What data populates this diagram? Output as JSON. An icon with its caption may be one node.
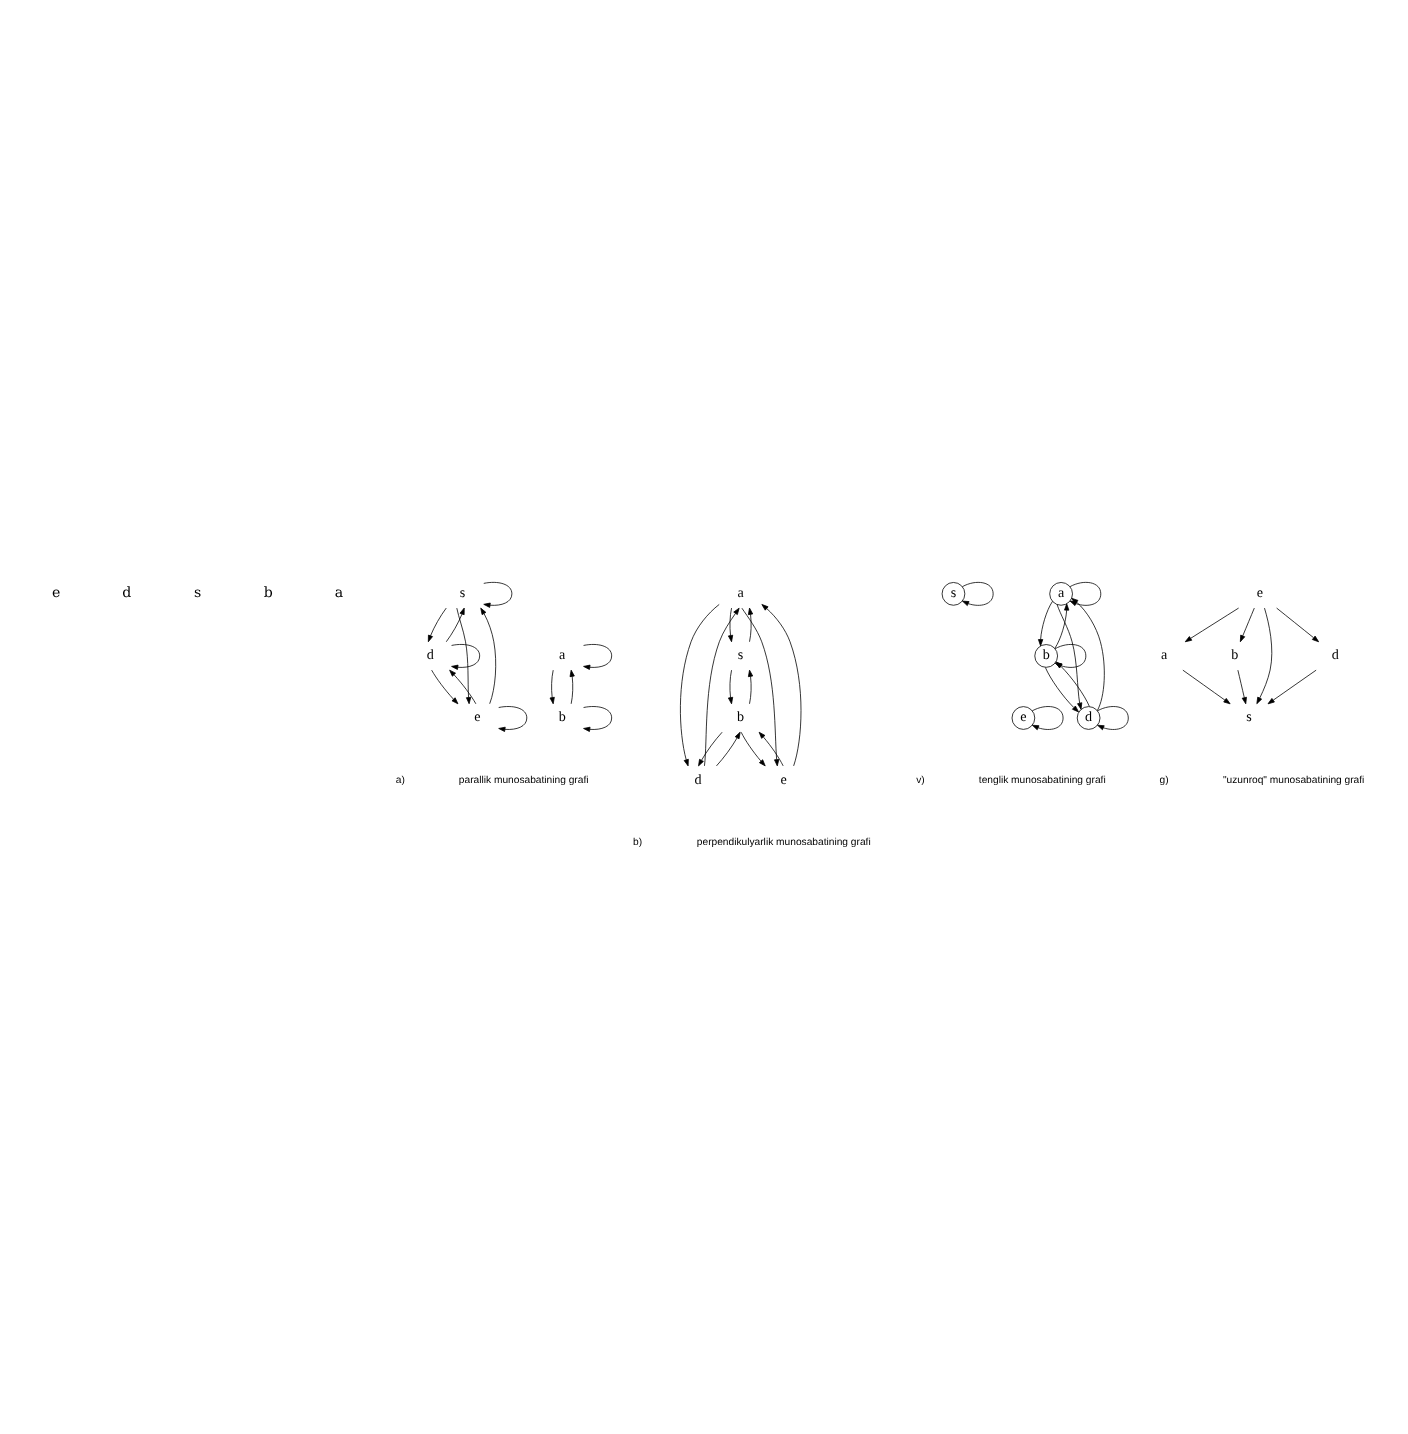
{
  "diagram": {
    "nodes": [
      {
        "text": [
          "a"
        ]
      },
      {
        "text": [
          "b"
        ]
      },
      {
        "text": [
          "s"
        ]
      },
      {
        "text": [
          "d"
        ]
      },
      {
        "text": [
          "e"
        ]
      },
      {
        "text": [
          "a"
        ]
      },
      {
        "text": [
          "s"
        ]
      },
      {
        "text": [
          "d"
        ]
      },
      {
        "text": [
          "b"
        ]
      },
      {
        "text": [
          "e"
        ]
      },
      {
        "text": [
          "a"
        ]
      },
      {
        "text": [
          "b"
        ]
      },
      {
        "text": [
          "d"
        ]
      },
      {
        "text": [
          "s"
        ]
      },
      {
        "text": [
          "e"
        ]
      },
      {
        "text": [
          "a"
        ]
      },
      {
        "text": [
          "b"
        ]
      },
      {
        "text": [
          "e"
        ]
      },
      {
        "text": [
          "s"
        ]
      },
      {
        "text": [
          "d"
        ]
      }
    ],
    "edges": [
      {
        "from": 0,
        "to": 0,
        "arrow": "to"
      },
      {
        "from": 1,
        "to": 1,
        "arrow": "to"
      },
      {
        "from": 0,
        "to": 1,
        "arrow": "to"
      },
      {
        "from": 1,
        "to": 0,
        "arrow": "to"
      },
      {
        "from": 2,
        "to": 2,
        "arrow": "to"
      },
      {
        "from": 3,
        "to": 3,
        "arrow": "to"
      },
      {
        "from": 4,
        "to": 4,
        "arrow": "to"
      },
      {
        "from": 2,
        "to": 3,
        "arrow": "to"
      },
      {
        "from": 3,
        "to": 2,
        "arrow": "to"
      },
      {
        "from": 2,
        "to": 4,
        "arrow": "to"
      },
      {
        "from": 4,
        "to": 2,
        "arrow": "to"
      },
      {
        "from": 3,
        "to": 4,
        "arrow": "to"
      },
      {
        "from": 4,
        "to": 3,
        "arrow": "to"
      },
      {
        "from": 5,
        "to": 6,
        "arrow": "to"
      },
      {
        "from": 6,
        "to": 5,
        "arrow": "to"
      },
      {
        "from": 7,
        "to": 5,
        "arrow": "to"
      },
      {
        "from": 5,
        "to": 7,
        "arrow": "to"
      },
      {
        "from": 5,
        "to": 9,
        "arrow": "to"
      },
      {
        "from": 9,
        "to": 5,
        "arrow": "to"
      },
      {
        "from": 6,
        "to": 8,
        "arrow": "to"
      },
      {
        "from": 8,
        "to": 6,
        "arrow": "to"
      },
      {
        "from": 7,
        "to": 8,
        "arrow": "to"
      },
      {
        "from": 8,
        "to": 7,
        "arrow": "to"
      },
      {
        "from": 9,
        "to": 8,
        "arrow": "to"
      },
      {
        "from": 8,
        "to": 9,
        "arrow": "to"
      },
      {
        "from": 10,
        "to": 10,
        "arrow": "to"
      },
      {
        "from": 11,
        "to": 11,
        "arrow": "to"
      },
      {
        "from": 12,
        "to": 12,
        "arrow": "to"
      },
      {
        "from": 13,
        "to": 13,
        "arrow": "to"
      },
      {
        "from": 14,
        "to": 14,
        "arrow": "to"
      },
      {
        "from": 10,
        "to": 11,
        "arrow": "to"
      },
      {
        "from": 11,
        "to": 10,
        "arrow": "to"
      },
      {
        "from": 10,
        "to": 12,
        "arrow": "to"
      },
      {
        "from": 12,
        "to": 10,
        "arrow": "to"
      },
      {
        "from": 12,
        "to": 11,
        "arrow": "to"
      },
      {
        "from": 11,
        "to": 12,
        "arrow": "to"
      },
      {
        "from": 17,
        "to": 15,
        "arrow": "to"
      },
      {
        "from": 17,
        "to": 16,
        "arrow": "to"
      },
      {
        "from": 17,
        "to": 18,
        "arrow": "to"
      },
      {
        "from": 17,
        "to": 19,
        "arrow": "to"
      },
      {
        "from": 15,
        "to": 18,
        "arrow": "to"
      },
      {
        "from": 16,
        "to": 18,
        "arrow": "to"
      },
      {
        "from": 19,
        "to": 18,
        "arrow": "to"
      }
    ],
    "labels": [
      "a",
      "b",
      "s",
      "d",
      "e",
      "a)",
      "parallik munosabatining grafi",
      "b)",
      "perpendikulyarlik munosabatining grafi",
      "v)",
      "tenglik munosabatining grafi",
      "g)",
      "\"uzunroq\" munosabatining grafi"
    ]
  }
}
